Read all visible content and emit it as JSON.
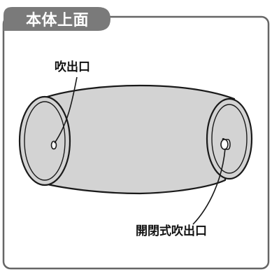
{
  "section": {
    "title": "本体上面"
  },
  "callouts": {
    "outlet": "吹出口",
    "shutter_outlet": "開閉式吹出口"
  },
  "colors": {
    "tab_fill": "#7a7a7a",
    "panel_border": "#666666",
    "body_fill": "#d3d3d3",
    "body_stroke": "#1a1a1a"
  }
}
